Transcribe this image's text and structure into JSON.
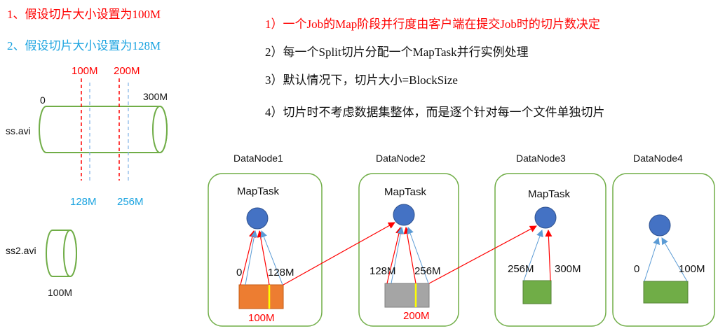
{
  "notes_left": {
    "n1": "1、假设切片大小设置为100M",
    "n2": "2、假设切片大小设置为128M"
  },
  "notes_right": [
    "1）一个Job的Map阶段并行度由客户端在提交Job时的切片数决定",
    "2）每一个Split切片分配一个MapTask并行实例处理",
    "3）默认情况下，切片大小=BlockSize",
    "4）切片时不考虑数据集整体，而是逐个针对每一个文件单独切片"
  ],
  "file1": {
    "name": "ss.avi",
    "start": "0",
    "end": "300M",
    "cut100": "100M",
    "cut200": "200M",
    "cut128": "128M",
    "cut256": "256M"
  },
  "file2": {
    "name": "ss2.avi",
    "size": "100M"
  },
  "nodes": [
    {
      "title": "DataNode1",
      "task": "MapTask",
      "left": "0",
      "right": "128M",
      "bottom": "100M"
    },
    {
      "title": "DataNode2",
      "task": "MapTask",
      "left": "128M",
      "right": "256M",
      "bottom": "200M"
    },
    {
      "title": "DataNode3",
      "task": "MapTask",
      "left": "256M",
      "right": "300M"
    },
    {
      "title": "DataNode4",
      "task": "",
      "left": "0",
      "right": "100M"
    }
  ],
  "colors": {
    "red": "#ff0000",
    "cyan": "#1aa3e0",
    "green_border": "#70ad47",
    "node_circle": "#4472c4",
    "orange_block": "#ed7d31",
    "gray_block": "#a5a5a5",
    "green_block": "#70ad47",
    "yellow_line": "#ffff00"
  }
}
